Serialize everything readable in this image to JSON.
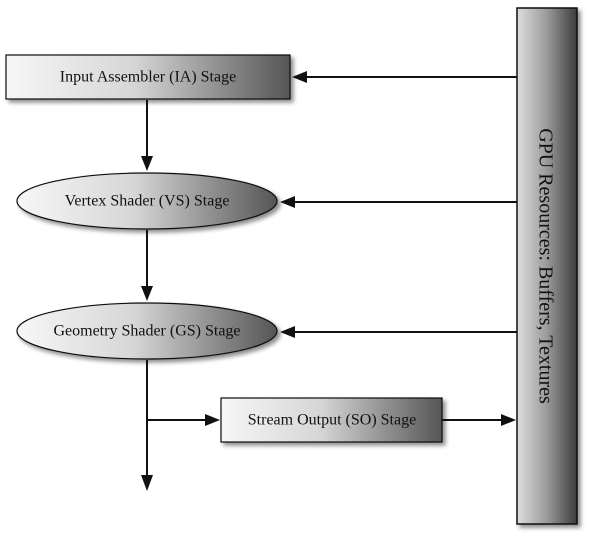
{
  "diagram": {
    "stages": {
      "input_assembler": "Input Assembler (IA) Stage",
      "vertex_shader": "Vertex Shader (VS) Stage",
      "geometry_shader": "Geometry Shader (GS) Stage",
      "stream_output": "Stream Output (SO) Stage"
    },
    "resources_label": "GPU Resources: Buffers, Textures",
    "shapes": {
      "input_assembler": "rectangle",
      "vertex_shader": "ellipse",
      "geometry_shader": "ellipse",
      "stream_output": "rectangle",
      "resources": "tall-rectangle"
    },
    "colors": {
      "box_light": "#f6f6f6",
      "box_dark": "#555555",
      "lines": "#111111"
    }
  }
}
